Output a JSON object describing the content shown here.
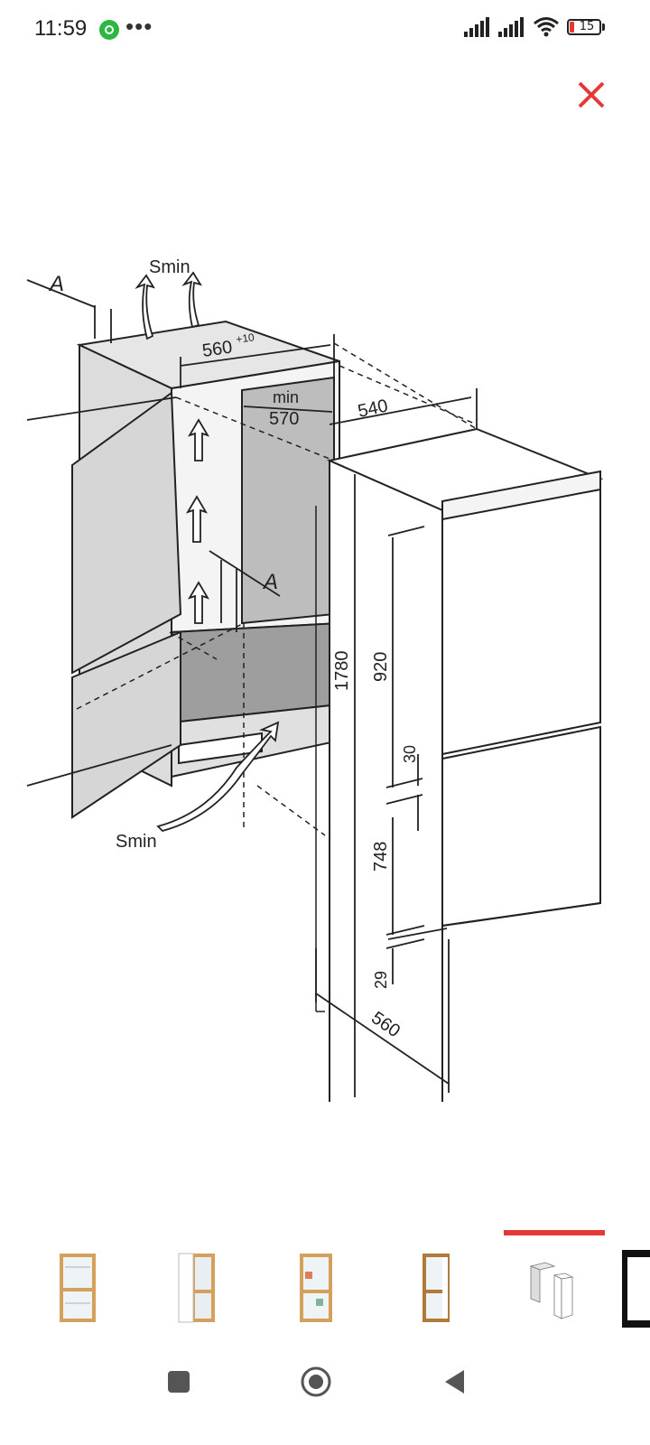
{
  "status_bar": {
    "time": "11:59",
    "dots": "•••",
    "battery_level": "15",
    "notification_icon": "whatsapp-icon",
    "accent": "#2bb741"
  },
  "viewer": {
    "close_icon": "close-icon",
    "close_color": "#e53935"
  },
  "diagram": {
    "labels": {
      "smin_top": "Smin",
      "smin_bottom": "Smin",
      "a_top": "A",
      "a_mid": "A",
      "width_niche": "560",
      "width_niche_tol": "+10",
      "min_label": "min",
      "min_value": "570",
      "depth": "540",
      "height_total": "1780",
      "height_upper": "920",
      "gap": "30",
      "height_lower": "748",
      "bottom_gap": "29",
      "width_appliance": "560"
    }
  },
  "thumbnails": {
    "count": 6,
    "active_index": 4,
    "accent": "#e53935"
  },
  "nav": {
    "recents_icon": "square-icon",
    "home_icon": "home-circle-icon",
    "back_icon": "back-triangle-icon"
  }
}
